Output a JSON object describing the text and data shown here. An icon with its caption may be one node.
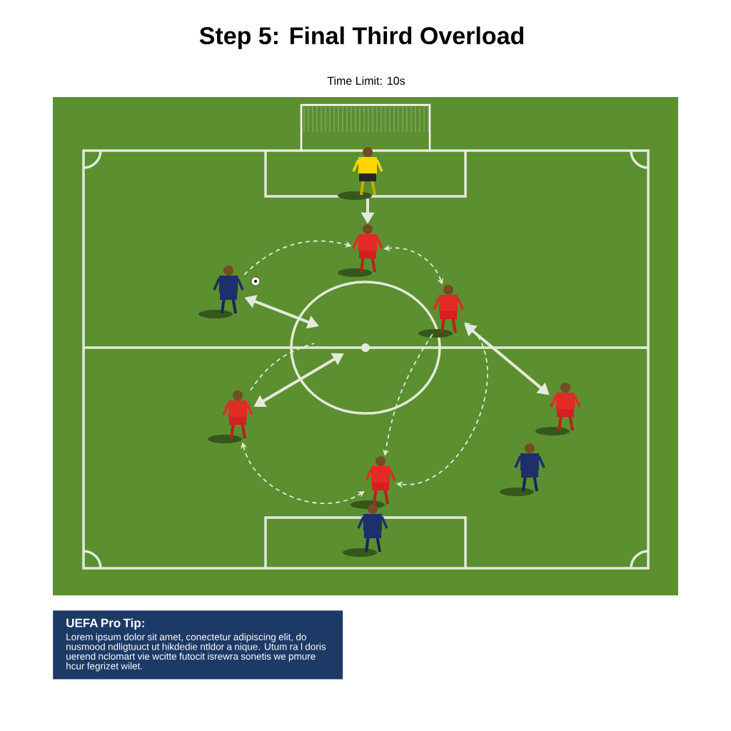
{
  "diagram": {
    "title": "Step 5: Final Third Overload",
    "nodes": [
      {
        "text": [],
        "shape": "person"
      },
      {
        "text": [],
        "shape": "person"
      },
      {
        "text": [],
        "shape": "person"
      },
      {
        "text": [],
        "shape": "person"
      },
      {
        "text": [],
        "shape": "person"
      },
      {
        "text": [],
        "shape": "person"
      },
      {
        "text": [],
        "shape": "person"
      },
      {
        "text": [],
        "shape": "person"
      },
      {
        "text": [],
        "shape": "person"
      },
      {
        "text": [
          "UEFA Pro Tip:",
          "Lorem ipsum dolor sit amet, conectetur adipiscing elit, do nusmood ndligtuuct ut hikdedie ntldor a nique. Utum ra l doris uerend nclomart vie wcitte futocit isrewra sonetis we pmure hcur fegrizet wilet."
        ]
      }
    ],
    "edges": [
      {
        "from": 0,
        "to": 1,
        "arrow": "to",
        "style": "thick"
      },
      {
        "from": 2,
        "to": null,
        "arrow": "both",
        "style": "thick"
      },
      {
        "from": 2,
        "to": 1,
        "arrow": "to",
        "style": "dashed"
      },
      {
        "from": 1,
        "to": 3,
        "arrow": "both",
        "style": "dashed"
      },
      {
        "from": 3,
        "to": 6,
        "arrow": "both",
        "style": "dashed"
      },
      {
        "from": 3,
        "to": 5,
        "arrow": "both",
        "style": "thick"
      },
      {
        "from": 4,
        "to": null,
        "arrow": "both",
        "style": "thick"
      },
      {
        "from": 4,
        "to": null,
        "arrow": "none",
        "style": "dashed"
      },
      {
        "from": 4,
        "to": 6,
        "arrow": "both",
        "style": "dashed"
      },
      {
        "from": 3,
        "to": 6,
        "arrow": "to",
        "style": "dashed"
      }
    ],
    "labels": [
      "Time Limit: 10s"
    ]
  }
}
